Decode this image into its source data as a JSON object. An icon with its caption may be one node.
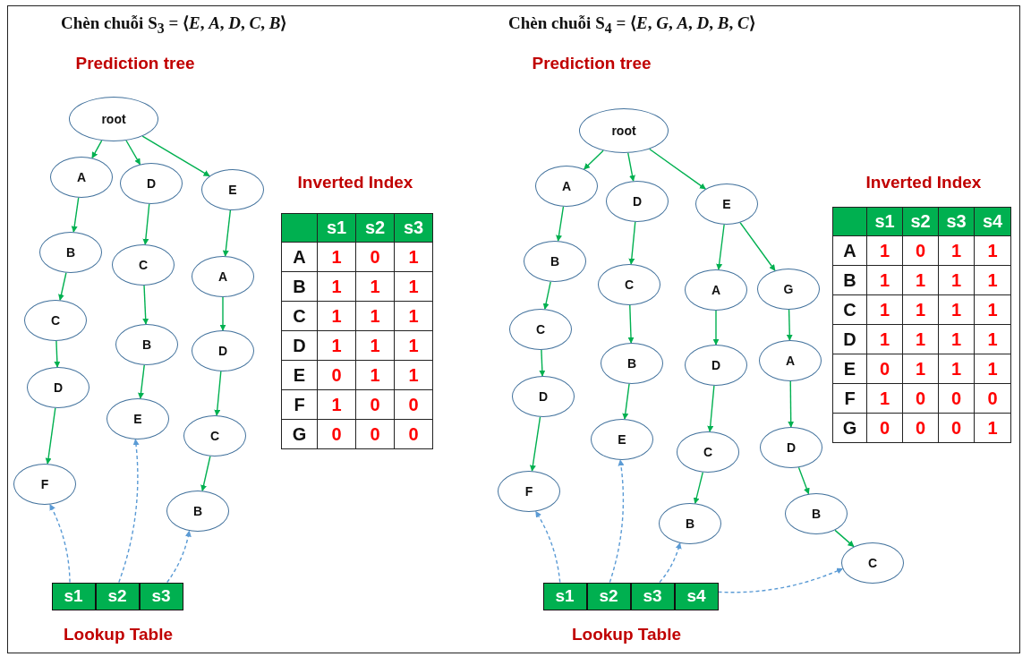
{
  "diagram": {
    "nodes": [
      {
        "text": [
          "root"
        ]
      },
      {
        "text": [
          "A"
        ]
      },
      {
        "text": [
          "D"
        ]
      },
      {
        "text": [
          "E"
        ]
      },
      {
        "text": [
          "B"
        ]
      },
      {
        "text": [
          "C"
        ]
      },
      {
        "text": [
          "A"
        ]
      },
      {
        "text": [
          "C"
        ]
      },
      {
        "text": [
          "B"
        ]
      },
      {
        "text": [
          "D"
        ]
      },
      {
        "text": [
          "D"
        ]
      },
      {
        "text": [
          "E"
        ]
      },
      {
        "text": [
          "C"
        ]
      },
      {
        "text": [
          "F"
        ]
      },
      {
        "text": [
          "B"
        ]
      },
      {
        "text": [
          "s1"
        ]
      },
      {
        "text": [
          "s2"
        ]
      },
      {
        "text": [
          "s3"
        ]
      },
      {
        "text": [
          "root"
        ]
      },
      {
        "text": [
          "A"
        ]
      },
      {
        "text": [
          "D"
        ]
      },
      {
        "text": [
          "E"
        ]
      },
      {
        "text": [
          "B"
        ]
      },
      {
        "text": [
          "C"
        ]
      },
      {
        "text": [
          "A"
        ]
      },
      {
        "text": [
          "G"
        ]
      },
      {
        "text": [
          "C"
        ]
      },
      {
        "text": [
          "B"
        ]
      },
      {
        "text": [
          "D"
        ]
      },
      {
        "text": [
          "A"
        ]
      },
      {
        "text": [
          "D"
        ]
      },
      {
        "text": [
          "E"
        ]
      },
      {
        "text": [
          "C"
        ]
      },
      {
        "text": [
          "D"
        ]
      },
      {
        "text": [
          "F"
        ]
      },
      {
        "text": [
          "B"
        ]
      },
      {
        "text": [
          "B"
        ]
      },
      {
        "text": [
          "C"
        ]
      },
      {
        "text": [
          "s1"
        ]
      },
      {
        "text": [
          "s2"
        ]
      },
      {
        "text": [
          "s3"
        ]
      },
      {
        "text": [
          "s4"
        ]
      }
    ],
    "edges": [
      {
        "from": 0,
        "to": 1,
        "arrow": "to"
      },
      {
        "from": 0,
        "to": 2,
        "arrow": "to"
      },
      {
        "from": 0,
        "to": 3,
        "arrow": "to"
      },
      {
        "from": 1,
        "to": 4,
        "arrow": "to"
      },
      {
        "from": 4,
        "to": 7,
        "arrow": "to"
      },
      {
        "from": 7,
        "to": 10,
        "arrow": "to"
      },
      {
        "from": 10,
        "to": 13,
        "arrow": "to"
      },
      {
        "from": 2,
        "to": 5,
        "arrow": "to"
      },
      {
        "from": 5,
        "to": 8,
        "arrow": "to"
      },
      {
        "from": 8,
        "to": 11,
        "arrow": "to"
      },
      {
        "from": 3,
        "to": 6,
        "arrow": "to"
      },
      {
        "from": 6,
        "to": 9,
        "arrow": "to"
      },
      {
        "from": 9,
        "to": 12,
        "arrow": "to"
      },
      {
        "from": 12,
        "to": 14,
        "arrow": "to"
      },
      {
        "from": 15,
        "to": 13,
        "arrow": "to",
        "style": "dashed",
        "color": "#5b9bd5"
      },
      {
        "from": 16,
        "to": 11,
        "arrow": "to",
        "style": "dashed",
        "color": "#5b9bd5"
      },
      {
        "from": 17,
        "to": 14,
        "arrow": "to",
        "style": "dashed",
        "color": "#5b9bd5"
      },
      {
        "from": 18,
        "to": 19,
        "arrow": "to"
      },
      {
        "from": 18,
        "to": 20,
        "arrow": "to"
      },
      {
        "from": 18,
        "to": 21,
        "arrow": "to"
      },
      {
        "from": 19,
        "to": 22,
        "arrow": "to"
      },
      {
        "from": 22,
        "to": 26,
        "arrow": "to"
      },
      {
        "from": 26,
        "to": 30,
        "arrow": "to"
      },
      {
        "from": 30,
        "to": 34,
        "arrow": "to"
      },
      {
        "from": 20,
        "to": 23,
        "arrow": "to"
      },
      {
        "from": 23,
        "to": 27,
        "arrow": "to"
      },
      {
        "from": 27,
        "to": 31,
        "arrow": "to"
      },
      {
        "from": 21,
        "to": 24,
        "arrow": "to"
      },
      {
        "from": 24,
        "to": 28,
        "arrow": "to"
      },
      {
        "from": 28,
        "to": 32,
        "arrow": "to"
      },
      {
        "from": 32,
        "to": 35,
        "arrow": "to"
      },
      {
        "from": 21,
        "to": 25,
        "arrow": "to"
      },
      {
        "from": 25,
        "to": 29,
        "arrow": "to"
      },
      {
        "from": 29,
        "to": 33,
        "arrow": "to"
      },
      {
        "from": 33,
        "to": 36,
        "arrow": "to"
      },
      {
        "from": 36,
        "to": 37,
        "arrow": "to"
      },
      {
        "from": 38,
        "to": 34,
        "arrow": "to",
        "style": "dashed",
        "color": "#5b9bd5"
      },
      {
        "from": 39,
        "to": 31,
        "arrow": "to",
        "style": "dashed",
        "color": "#5b9bd5"
      },
      {
        "from": 40,
        "to": 35,
        "arrow": "to",
        "style": "dashed",
        "color": "#5b9bd5"
      },
      {
        "from": 41,
        "to": 37,
        "arrow": "to",
        "style": "dashed",
        "color": "#5b9bd5"
      }
    ],
    "labels": [
      "Chèn chuỗi S$_{3}$ = ⟨*E*, *A*, *D*, *C*, *B*⟩",
      "Prediction tree",
      "Inverted Index",
      "s1",
      "s2",
      "s3",
      "A",
      "1",
      "0",
      "1",
      "B",
      "1",
      "1",
      "1",
      "C",
      "1",
      "1",
      "1",
      "D",
      "1",
      "1",
      "1",
      "E",
      "0",
      "1",
      "1",
      "F",
      "1",
      "0",
      "0",
      "G",
      "0",
      "0",
      "0",
      "Lookup Table",
      "Chèn chuỗi S$_{4}$ = ⟨*E*, *G*, *A*, *D*, *B*, *C*⟩",
      "Prediction tree",
      "Inverted Index",
      "s1",
      "s2",
      "s3",
      "s4",
      "A",
      "1",
      "0",
      "1",
      "1",
      "B",
      "1",
      "1",
      "1",
      "1",
      "C",
      "1",
      "1",
      "1",
      "1",
      "D",
      "1",
      "1",
      "1",
      "1",
      "E",
      "0",
      "1",
      "1",
      "1",
      "F",
      "1",
      "0",
      "0",
      "0",
      "G",
      "0",
      "0",
      "0",
      "1",
      "Lookup Table"
    ]
  }
}
